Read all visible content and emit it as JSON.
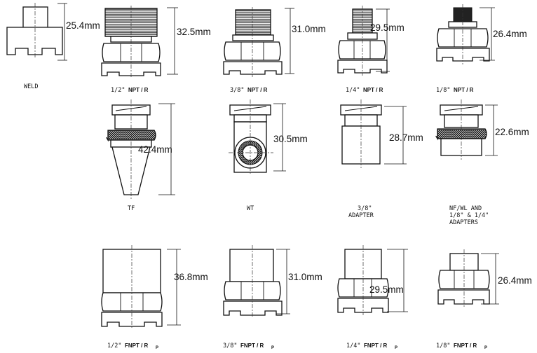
{
  "fittings": [
    {
      "id": "weld",
      "dimension": "25.4mm",
      "caption": {
        "size": "",
        "type": "",
        "plain": "WELD"
      }
    },
    {
      "id": "npt-1-2",
      "dimension": "32.5mm",
      "caption": {
        "size": "1/2\"",
        "type": "NPT / R"
      }
    },
    {
      "id": "npt-3-8",
      "dimension": "31.0mm",
      "caption": {
        "size": "3/8\"",
        "type": "NPT / R"
      }
    },
    {
      "id": "npt-1-4",
      "dimension": "29.5mm",
      "caption": {
        "size": "1/4\"",
        "type": "NPT / R"
      }
    },
    {
      "id": "npt-1-8",
      "dimension": "26.4mm",
      "caption": {
        "size": "1/8\"",
        "type": "NPT / R"
      }
    },
    {
      "id": "tf",
      "dimension": "42.4mm",
      "caption": {
        "plain": "TF"
      }
    },
    {
      "id": "wt",
      "dimension": "30.5mm",
      "caption": {
        "plain": "WT"
      }
    },
    {
      "id": "adapter-3-8",
      "dimension": "28.7mm",
      "caption": {
        "line1": "3/8\"",
        "line2": "ADAPTER"
      }
    },
    {
      "id": "nf-wl",
      "dimension": "22.6mm",
      "caption": {
        "line1": "NF/WL AND",
        "line2": "1/8\" & 1/4\"",
        "line3": "ADAPTERS"
      }
    },
    {
      "id": "fnpt-1-2",
      "dimension": "36.8mm",
      "caption": {
        "size": "1/2\"",
        "type": "FNPT / R",
        "sub": "P"
      }
    },
    {
      "id": "fnpt-3-8",
      "dimension": "31.0mm",
      "caption": {
        "size": "3/8\"",
        "type": "FNPT / R",
        "sub": "P"
      }
    },
    {
      "id": "fnpt-1-4",
      "dimension": "29.5mm",
      "caption": {
        "size": "1/4\"",
        "type": "FNPT / R",
        "sub": "P"
      }
    },
    {
      "id": "fnpt-1-8",
      "dimension": "26.4mm",
      "caption": {
        "size": "1/8\"",
        "type": "FNPT / R",
        "sub": "P"
      }
    }
  ]
}
